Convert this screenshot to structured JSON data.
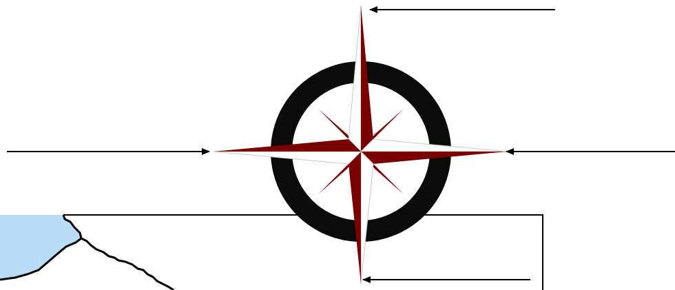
{
  "diagram": {
    "type": "compass-rose-labeling",
    "colors": {
      "background": "#ffffff",
      "ring": "#0b0b0b",
      "ring_inner": "#ffffff",
      "point_dark": "#7a0000",
      "point_light": "#ffffff",
      "point_outline": "#c8c8c8",
      "arrow": "#000000",
      "map_water": "#b9dcf7",
      "map_border": "#000000",
      "map_line": "#000000"
    },
    "compass": {
      "points": [
        "north-point",
        "east-point",
        "south-point",
        "west-point"
      ],
      "diagonal_points": [
        "northeast-point",
        "southeast-point",
        "southwest-point",
        "northwest-point"
      ]
    },
    "label_arrows": [
      {
        "name": "north-label-arrow",
        "points_to": "north-point"
      },
      {
        "name": "east-label-arrow",
        "points_to": "east-point"
      },
      {
        "name": "south-label-arrow",
        "points_to": "south-point"
      },
      {
        "name": "west-label-arrow",
        "points_to": "west-point"
      }
    ],
    "map_fragment": {
      "icon": "map-fragment"
    }
  }
}
